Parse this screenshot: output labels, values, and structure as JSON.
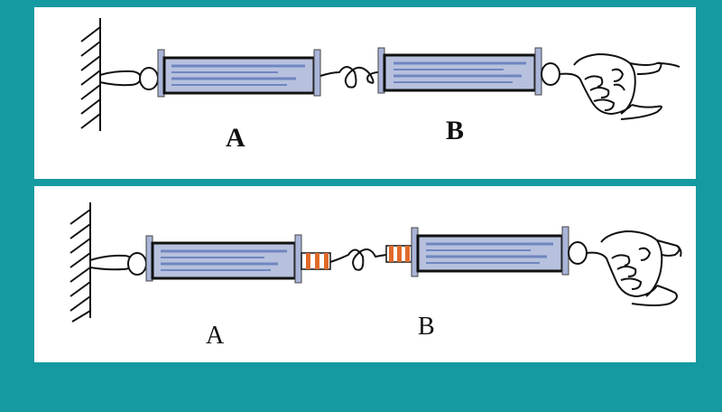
{
  "panels": [
    {
      "id": "top",
      "label_a": "A",
      "label_b": "B",
      "label_style": "bold",
      "meter_ends": "plain"
    },
    {
      "id": "bottom",
      "label_a": "A",
      "label_b": "B",
      "label_style": "plain",
      "meter_ends": "striped"
    }
  ],
  "colors": {
    "background": "#149aa0",
    "panel": "#ffffff",
    "barrel": "#b7c1de",
    "barrel_stripe": "#6f86bf",
    "cap": "#a9b4d8",
    "stripe_orange": "#e06a2a",
    "outline": "#111111"
  }
}
